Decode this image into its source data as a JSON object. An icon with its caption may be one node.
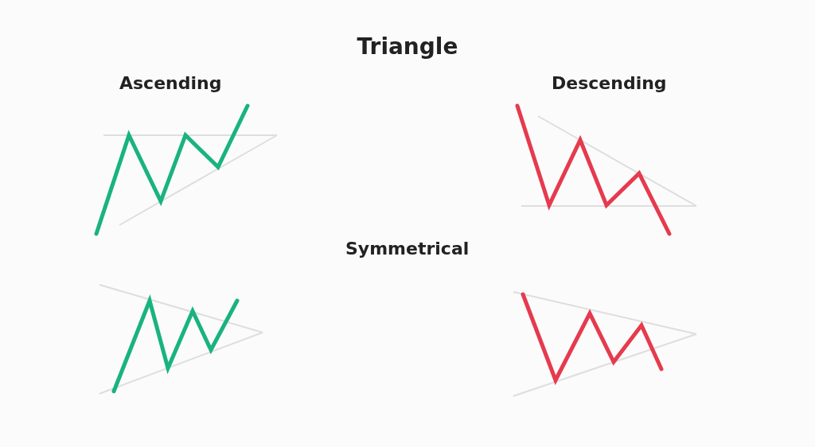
{
  "diagram": {
    "title": "Triangle",
    "labels": [
      "Ascending",
      "Descending",
      "Symmetrical"
    ]
  }
}
